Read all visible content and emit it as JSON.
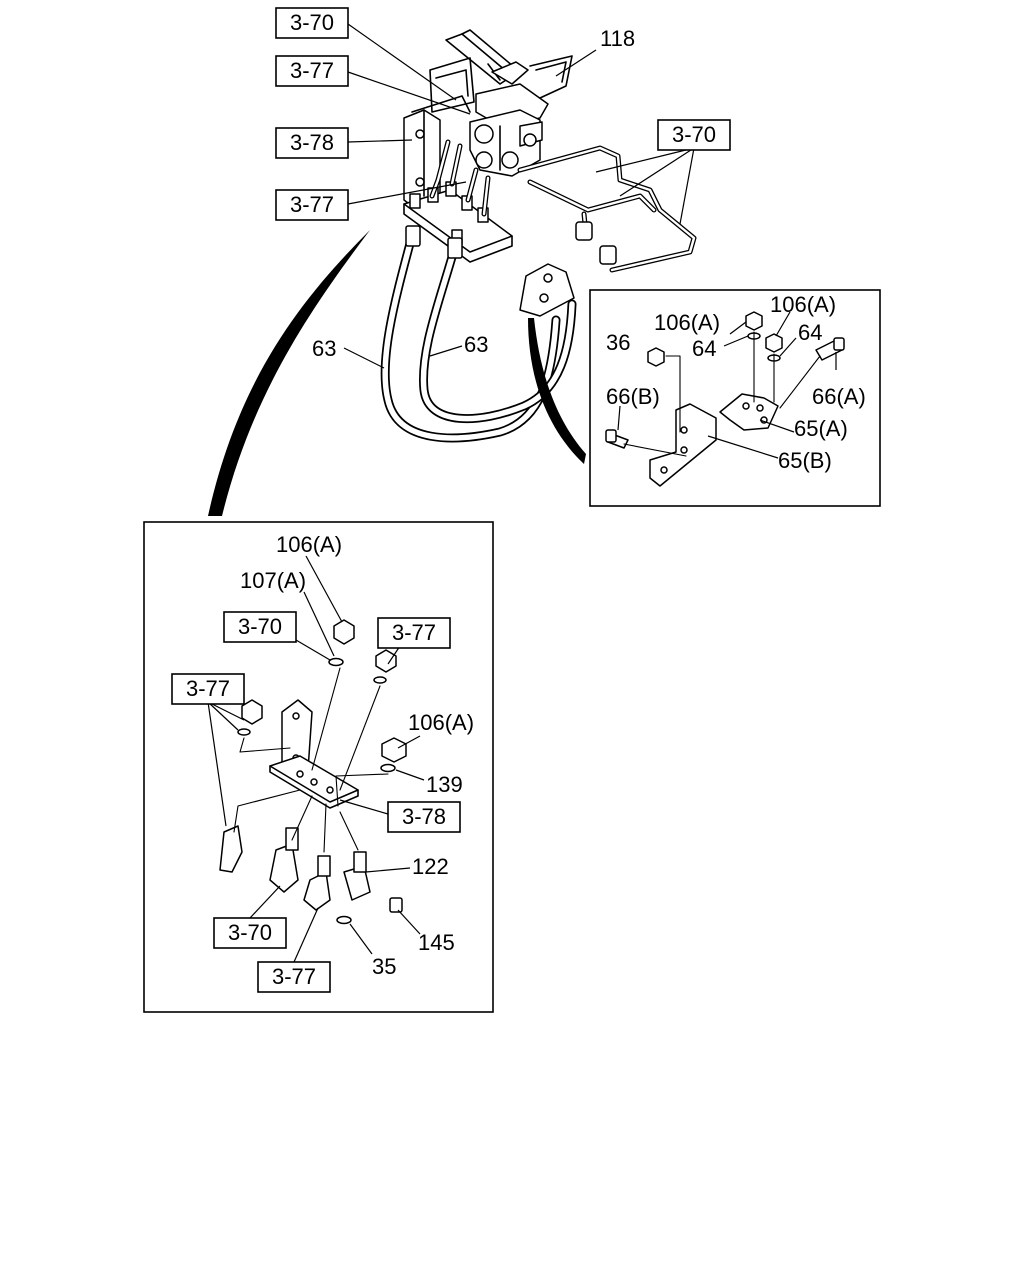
{
  "main_view": {
    "labels": {
      "ref_3_70_top": "3-70",
      "ref_3_77_top": "3-77",
      "ref_3_78_top": "3-78",
      "ref_3_77_mid": "3-77",
      "ref_3_70_right": "3-70",
      "part_118": "118",
      "hose_63_left": "63",
      "hose_63_right": "63"
    }
  },
  "detail_bracket": {
    "labels": {
      "part_106a_left": "106(A)",
      "part_106a_right": "106(A)",
      "part_36": "36",
      "part_64_left": "64",
      "part_64_right": "64",
      "part_66a": "66(A)",
      "part_66b": "66(B)",
      "part_65a": "65(A)",
      "part_65b": "65(B)"
    }
  },
  "detail_fittings": {
    "labels": {
      "part_106a_top": "106(A)",
      "part_107a": "107(A)",
      "ref_3_70_a": "3-70",
      "ref_3_77_a": "3-77",
      "ref_3_77_b": "3-77",
      "part_106a_mid": "106(A)",
      "part_139": "139",
      "ref_3_78": "3-78",
      "part_122": "122",
      "part_145": "145",
      "ref_3_70_b": "3-70",
      "ref_3_77_c": "3-77",
      "part_35": "35"
    }
  }
}
